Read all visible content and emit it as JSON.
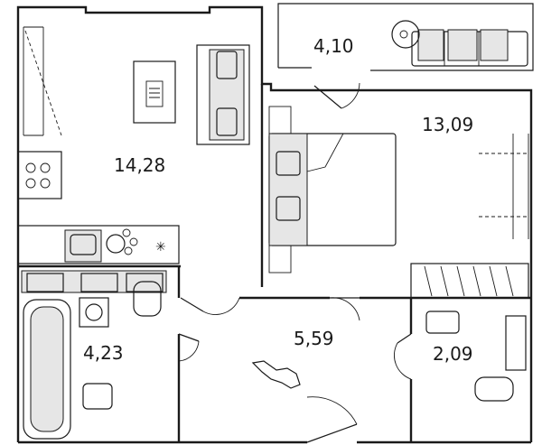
{
  "plan": {
    "rooms": [
      {
        "id": "balcony",
        "area": "4,10"
      },
      {
        "id": "living-kitchen",
        "area": "14,28"
      },
      {
        "id": "bedroom",
        "area": "13,09"
      },
      {
        "id": "bathroom",
        "area": "4,23"
      },
      {
        "id": "hallway",
        "area": "5,59"
      },
      {
        "id": "wc",
        "area": "2,09"
      }
    ]
  }
}
